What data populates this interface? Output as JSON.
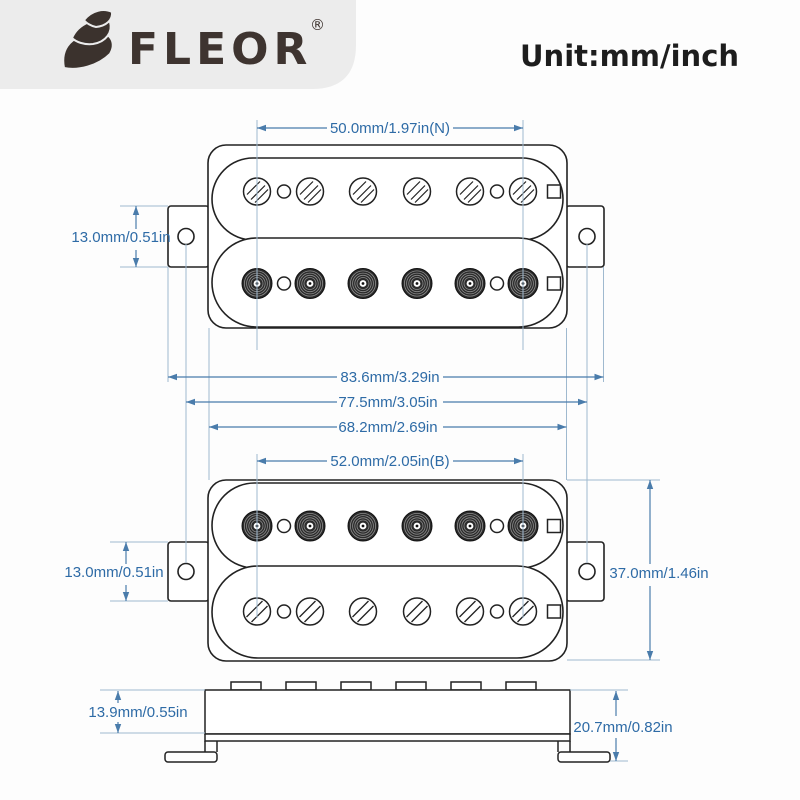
{
  "brand": {
    "name": "FLEOR",
    "registered": "®"
  },
  "unit": {
    "label": "Unit:mm/inch"
  },
  "dims": {
    "neck_pole_spacing": "50.0mm/1.97in(N)",
    "neck_tab_height": "13.0mm/0.51in",
    "total_width": "83.6mm/3.29in",
    "mount_hole_spacing": "77.5mm/3.05in",
    "body_width": "68.2mm/2.69in",
    "bridge_pole_spacing": "52.0mm/2.05in(B)",
    "bridge_tab_height": "13.0mm/0.51in",
    "pickup_height": "37.0mm/1.46in",
    "side_body_height": "13.9mm/0.55in",
    "side_total_height": "20.7mm/0.82in"
  },
  "colors": {
    "outline": "#222222",
    "dimension_line": "#4a7cab",
    "extension_line": "#9fb9cf",
    "dimension_text": "#2e6ba6",
    "logo_ink": "#3b322d",
    "logo_panel": "#ececec"
  },
  "icons": {
    "logo_leaf": "leaf-icon"
  }
}
